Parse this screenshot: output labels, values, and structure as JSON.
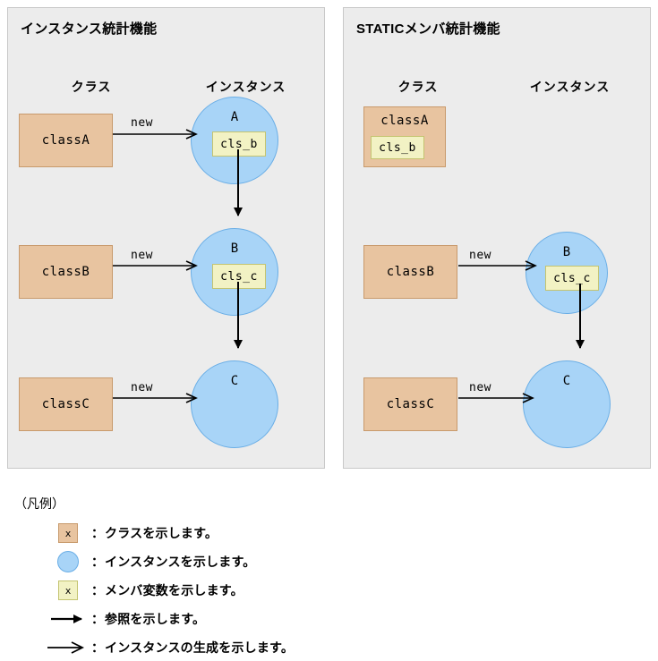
{
  "panels": [
    {
      "id": "instance-stats",
      "title": "インスタンス統計機能",
      "columns": {
        "class": "クラス",
        "instance": "インスタンス"
      },
      "rows": [
        {
          "class_label": "classA",
          "class_member": null,
          "arrow_label": "new",
          "instance_label": "A",
          "instance_member": "cls_b",
          "has_instance": true
        },
        {
          "class_label": "classB",
          "class_member": null,
          "arrow_label": "new",
          "instance_label": "B",
          "instance_member": "cls_c",
          "has_instance": true
        },
        {
          "class_label": "classC",
          "class_member": null,
          "arrow_label": "new",
          "instance_label": "C",
          "instance_member": null,
          "has_instance": true
        }
      ]
    },
    {
      "id": "static-member-stats",
      "title": "STATICメンバ統計機能",
      "columns": {
        "class": "クラス",
        "instance": "インスタンス"
      },
      "rows": [
        {
          "class_label": "classA",
          "class_member": "cls_b",
          "arrow_label": null,
          "instance_label": null,
          "instance_member": null,
          "has_instance": false
        },
        {
          "class_label": "classB",
          "class_member": null,
          "arrow_label": "new",
          "instance_label": "B",
          "instance_member": "cls_c",
          "has_instance": true
        },
        {
          "class_label": "classC",
          "class_member": null,
          "arrow_label": "new",
          "instance_label": "C",
          "instance_member": null,
          "has_instance": true
        }
      ]
    }
  ],
  "legend": {
    "title": "（凡例）",
    "marker_letter": "x",
    "colon": "：",
    "items": [
      {
        "marker": "class-box",
        "text": "クラスを示します。"
      },
      {
        "marker": "instance-circle",
        "text": "インスタンスを示します。"
      },
      {
        "marker": "member-box",
        "text": "メンバ変数を示します。"
      },
      {
        "marker": "solid-arrow",
        "text": "参照を示します。"
      },
      {
        "marker": "open-arrow",
        "text": "インスタンスの生成を示します。"
      }
    ]
  },
  "colors": {
    "panel_bg": "#ececec",
    "panel_border": "#c8c8c8",
    "class_fill": "#e8c4a0",
    "class_border": "#c89a6c",
    "instance_fill": "#a8d4f7",
    "instance_border": "#6aaee6",
    "member_fill": "#f2f2c4",
    "member_border": "#c4c470",
    "arrow": "#000000"
  }
}
